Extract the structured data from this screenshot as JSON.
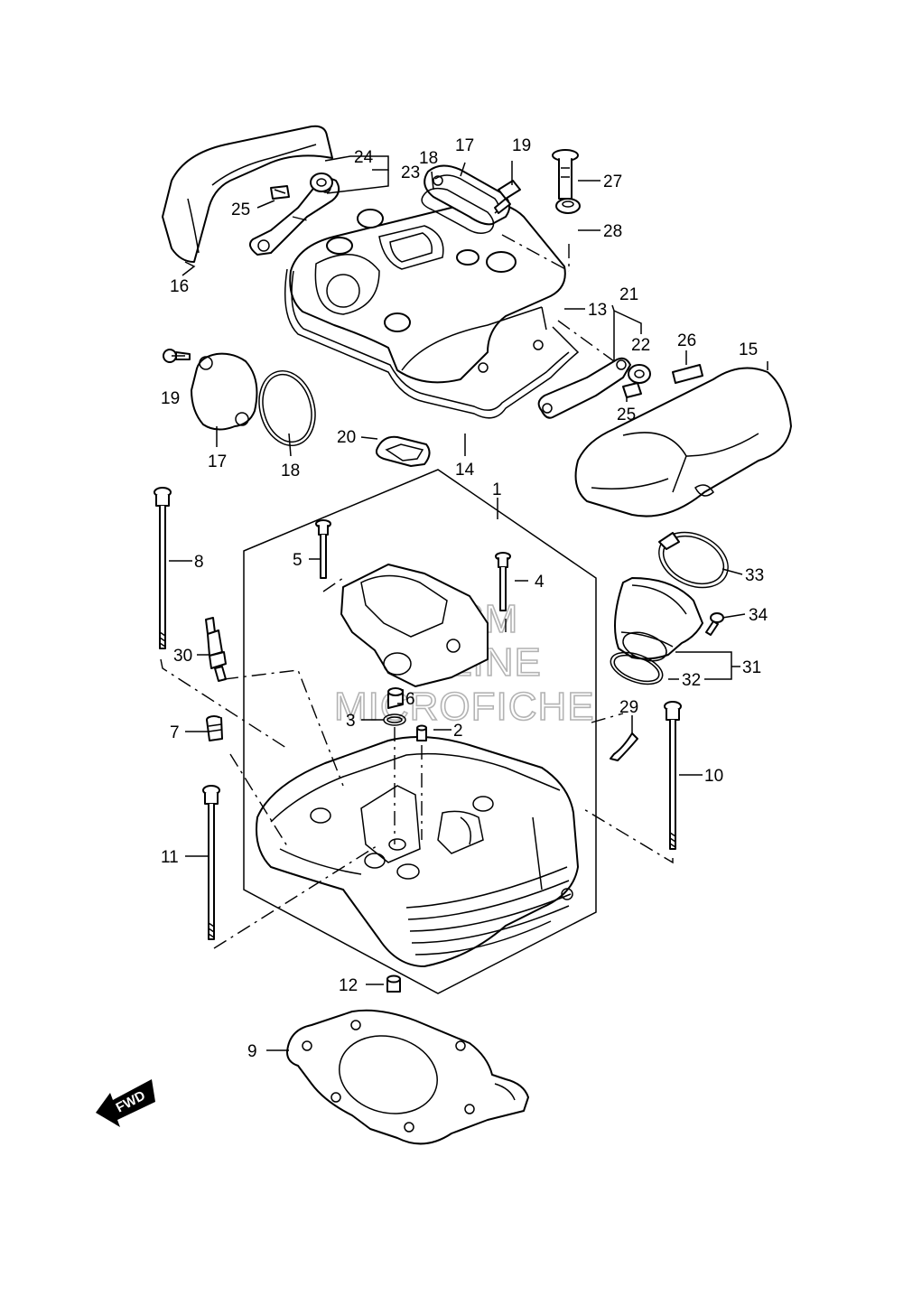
{
  "labels": {
    "l1": "1",
    "l2": "2",
    "l3": "3",
    "l4": "4",
    "l5": "5",
    "l6": "6",
    "l7": "7",
    "l8": "8",
    "l9": "9",
    "l10": "10",
    "l11": "11",
    "l12": "12",
    "l13": "13",
    "l14": "14",
    "l15": "15",
    "l16": "16",
    "l17a": "17",
    "l17b": "17",
    "l18a": "18",
    "l18b": "18",
    "l19a": "19",
    "l19b": "19",
    "l20": "20",
    "l21": "21",
    "l22": "22",
    "l23": "23",
    "l24": "24",
    "l25a": "25",
    "l25b": "25",
    "l26": "26",
    "l27": "27",
    "l28": "28",
    "l29": "29",
    "l30": "30",
    "l31": "31",
    "l32": "32",
    "l33": "33",
    "l34": "34"
  },
  "watermark": {
    "line1": "HLSM",
    "line2": "ONLINE",
    "line3": "MICROFICHE"
  },
  "fwd_badge": "FWD"
}
